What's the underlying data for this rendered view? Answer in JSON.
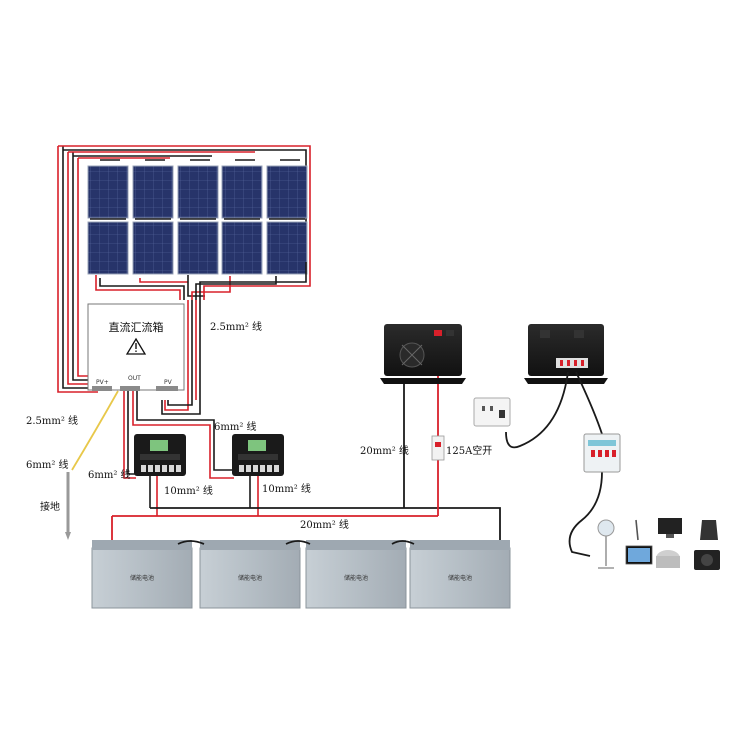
{
  "combiner_box": {
    "title": "直流汇流箱",
    "port_pv_left": "PV+",
    "port_out": "OUT",
    "port_pv_right": "PV"
  },
  "labels": {
    "wire_2_5_top": "2.5mm² 线",
    "wire_2_5_left": "2.5mm² 线",
    "wire_6_left": "6mm² 线",
    "wire_6_ctrl_left": "6mm² 线",
    "wire_6_ctrl_right": "6mm² 线",
    "wire_10_left": "10mm² 线",
    "wire_10_right": "10mm² 线",
    "wire_20_bus": "20mm² 线",
    "wire_20_inverter": "20mm² 线",
    "breaker": "125A空开",
    "ground": "接地"
  },
  "battery": {
    "brand_text": "储能电池"
  },
  "colors": {
    "wire_red": "#d8202a",
    "wire_black": "#1a1a1a",
    "wire_ground": "#e8c84a",
    "panel_blue": "#2a3a6e",
    "battery_body": "#b9c2c9",
    "battery_lid": "#9ea8b1"
  }
}
